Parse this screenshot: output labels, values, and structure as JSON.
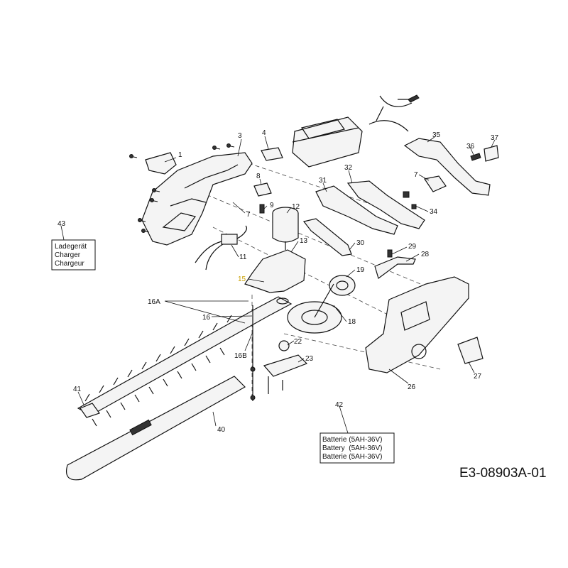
{
  "labels": {
    "l1": "1",
    "l3": "3",
    "l4": "4",
    "l7a": "7",
    "l7b": "7",
    "l8": "8",
    "l9": "9",
    "l11": "11",
    "l12": "12",
    "l13": "13",
    "l15": "15",
    "l16": "16",
    "l16a": "16A",
    "l16b": "16B",
    "l18": "18",
    "l19": "19",
    "l22": "22",
    "l23": "23",
    "l26": "26",
    "l27": "27",
    "l28": "28",
    "l29": "29",
    "l30": "30",
    "l31": "31",
    "l32": "32",
    "l34": "34",
    "l35": "35",
    "l36": "36",
    "l37": "37",
    "l40": "40",
    "l41": "41",
    "l42": "42",
    "l43": "43"
  },
  "charger_box": {
    "line1": "Ladegerät",
    "line2": "Charger",
    "line3": "Chargeur"
  },
  "battery_box": {
    "line1": "Batterie (5AH-36V)",
    "line2": "Battery  (5AH-36V)",
    "line3": "Batterie (5AH-36V)"
  },
  "diagram_code": "E3-08903A-01",
  "colors": {
    "highlight_label": "#c9a000",
    "line": "#111111"
  }
}
